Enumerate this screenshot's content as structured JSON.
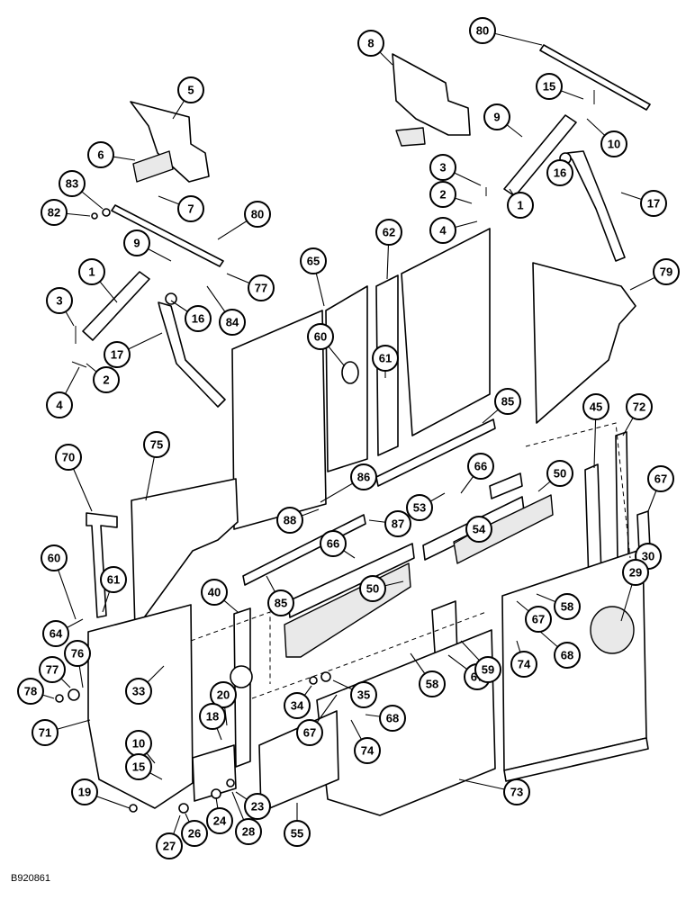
{
  "drawing_id": "B920861",
  "callouts": [
    {
      "label": "1"
    },
    {
      "label": "2"
    },
    {
      "label": "3"
    },
    {
      "label": "4"
    },
    {
      "label": "5"
    },
    {
      "label": "6"
    },
    {
      "label": "7"
    },
    {
      "label": "8"
    },
    {
      "label": "9"
    },
    {
      "label": "10"
    },
    {
      "label": "15"
    },
    {
      "label": "16"
    },
    {
      "label": "17"
    },
    {
      "label": "80"
    },
    {
      "label": "3"
    },
    {
      "label": "2"
    },
    {
      "label": "4"
    },
    {
      "label": "9"
    },
    {
      "label": "1"
    },
    {
      "label": "16"
    },
    {
      "label": "17"
    },
    {
      "label": "80"
    },
    {
      "label": "83"
    },
    {
      "label": "82"
    },
    {
      "label": "77"
    },
    {
      "label": "84"
    },
    {
      "label": "65"
    },
    {
      "label": "62"
    },
    {
      "label": "60"
    },
    {
      "label": "61"
    },
    {
      "label": "79"
    },
    {
      "label": "85"
    },
    {
      "label": "85"
    },
    {
      "label": "86"
    },
    {
      "label": "88"
    },
    {
      "label": "87"
    },
    {
      "label": "66"
    },
    {
      "label": "66"
    },
    {
      "label": "53"
    },
    {
      "label": "54"
    },
    {
      "label": "50"
    },
    {
      "label": "50"
    },
    {
      "label": "45"
    },
    {
      "label": "72"
    },
    {
      "label": "67"
    },
    {
      "label": "30"
    },
    {
      "label": "29"
    },
    {
      "label": "58"
    },
    {
      "label": "58"
    },
    {
      "label": "67"
    },
    {
      "label": "67"
    },
    {
      "label": "67"
    },
    {
      "label": "68"
    },
    {
      "label": "68"
    },
    {
      "label": "74"
    },
    {
      "label": "74"
    },
    {
      "label": "59"
    },
    {
      "label": "35"
    },
    {
      "label": "34"
    },
    {
      "label": "73"
    },
    {
      "label": "55"
    },
    {
      "label": "70"
    },
    {
      "label": "75"
    },
    {
      "label": "60"
    },
    {
      "label": "61"
    },
    {
      "label": "64"
    },
    {
      "label": "76"
    },
    {
      "label": "77"
    },
    {
      "label": "78"
    },
    {
      "label": "71"
    },
    {
      "label": "33"
    },
    {
      "label": "40"
    },
    {
      "label": "20"
    },
    {
      "label": "18"
    },
    {
      "label": "10"
    },
    {
      "label": "15"
    },
    {
      "label": "19"
    },
    {
      "label": "27"
    },
    {
      "label": "26"
    },
    {
      "label": "24"
    },
    {
      "label": "23"
    },
    {
      "label": "28"
    }
  ]
}
